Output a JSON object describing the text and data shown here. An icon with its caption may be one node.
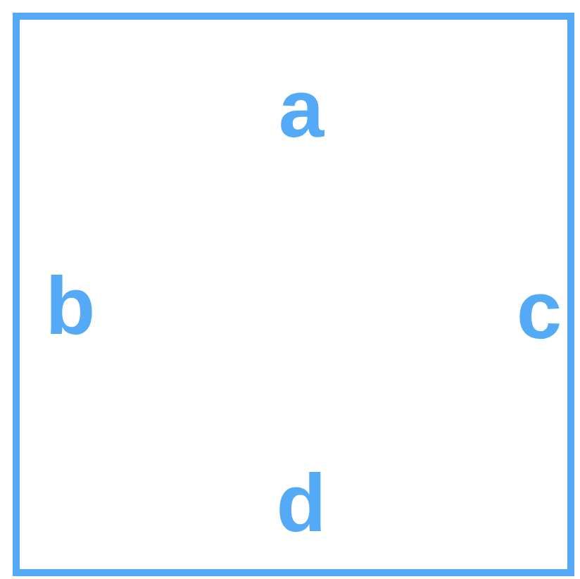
{
  "diagram": {
    "nodes": [
      {
        "text": [
          "a",
          "b",
          "c",
          "d"
        ]
      }
    ]
  }
}
